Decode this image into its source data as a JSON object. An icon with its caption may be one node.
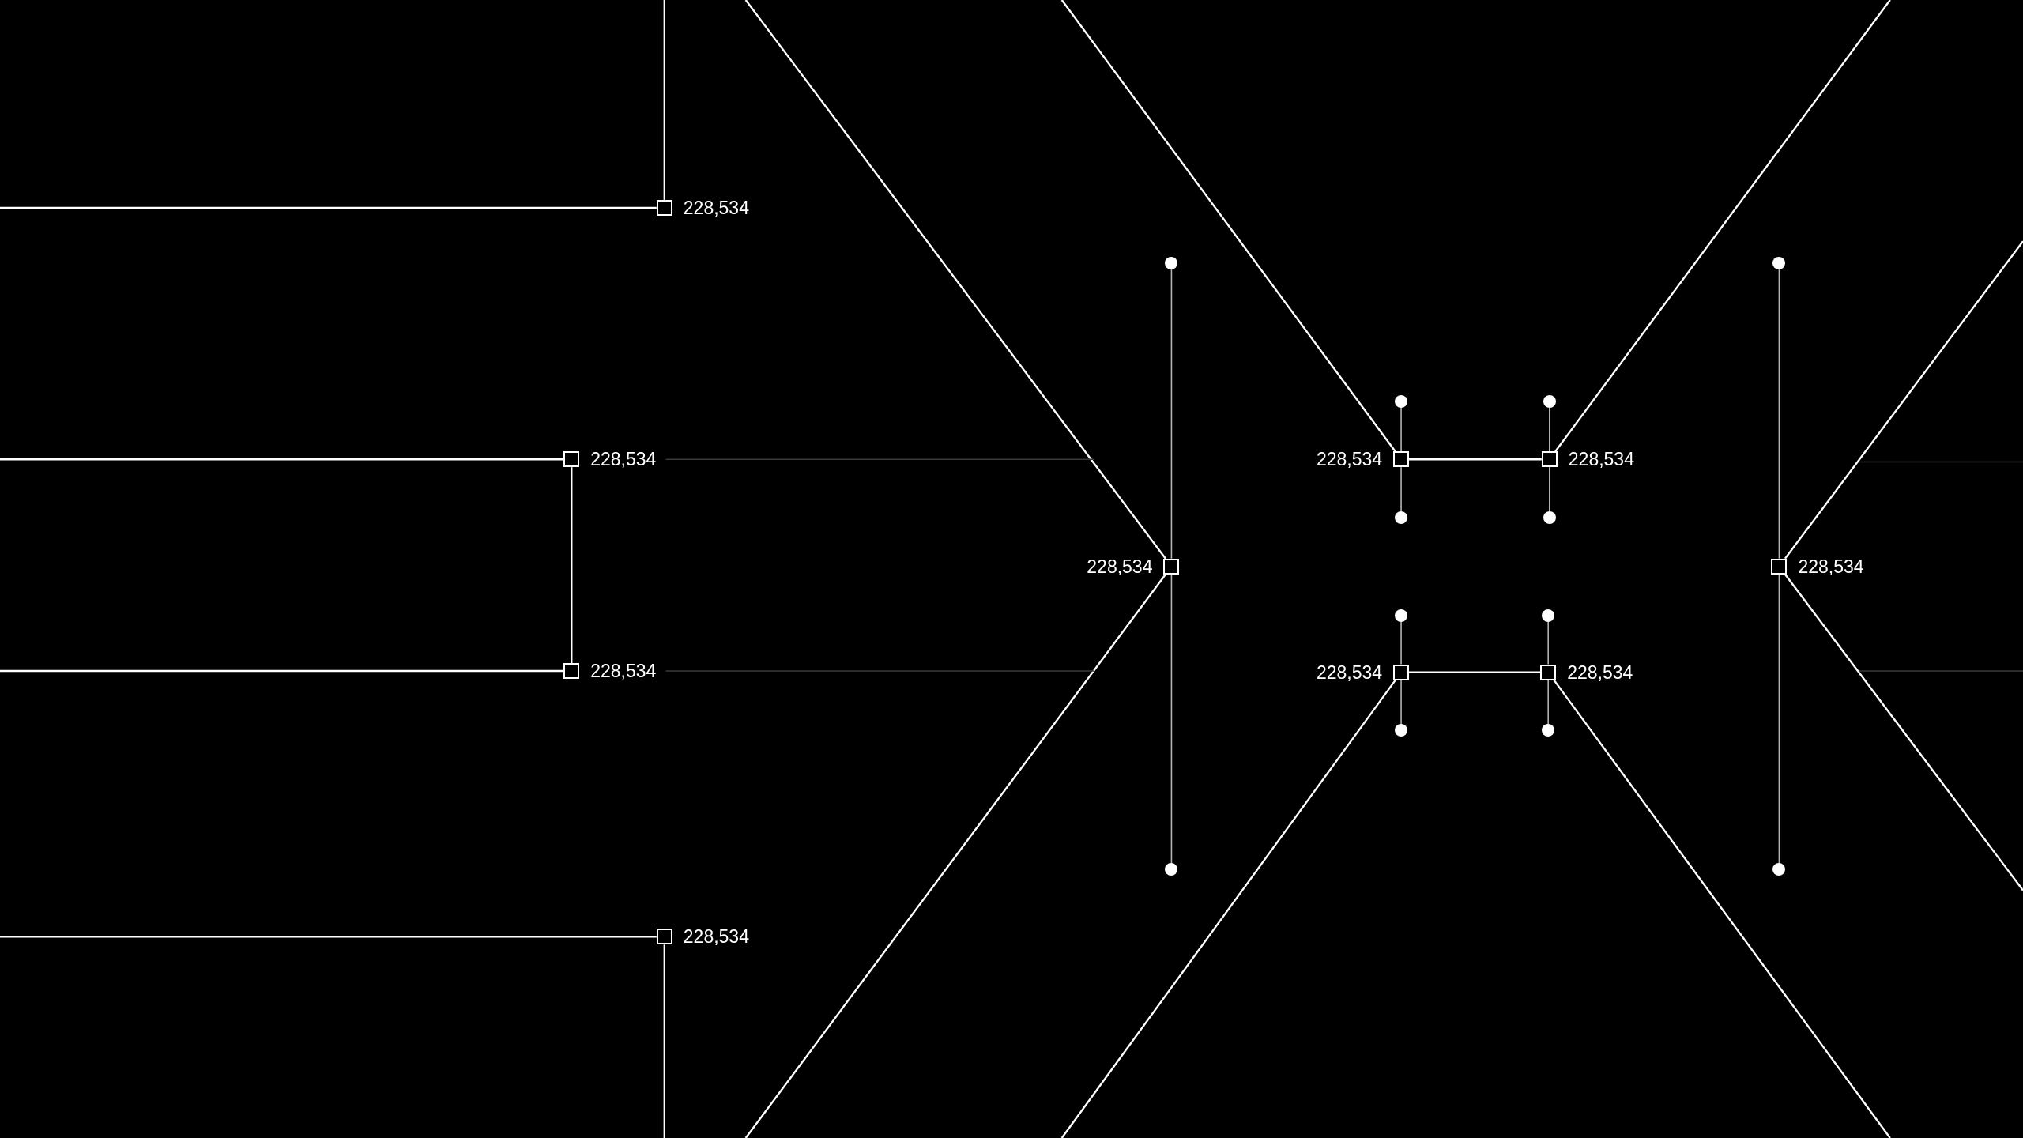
{
  "diagram": {
    "nodes": [
      {
        "text": [
          "228,534"
        ]
      },
      {
        "text": [],
        "shape": "circle"
      },
      {
        "text": [],
        "shape": "circle"
      },
      {
        "text": [],
        "shape": "circle"
      },
      {
        "text": [],
        "shape": "circle"
      },
      {
        "text": [
          "228,534"
        ]
      },
      {
        "text": [
          "228,534"
        ]
      },
      {
        "text": [
          "228,534"
        ]
      },
      {
        "text": [],
        "shape": "circle"
      },
      {
        "text": [],
        "shape": "circle"
      },
      {
        "text": [
          "228,534"
        ]
      },
      {
        "text": [
          "228,534"
        ]
      },
      {
        "text": [],
        "shape": "circle"
      },
      {
        "text": [],
        "shape": "circle"
      },
      {
        "text": [
          "228,534"
        ]
      },
      {
        "text": [
          "228,534"
        ]
      },
      {
        "text": [
          "228,534"
        ]
      },
      {
        "text": [],
        "shape": "circle"
      },
      {
        "text": [],
        "shape": "circle"
      },
      {
        "text": [],
        "shape": "circle"
      },
      {
        "text": [],
        "shape": "circle"
      },
      {
        "text": [
          "228,534"
        ]
      }
    ],
    "edges": [
      {
        "from": null,
        "to": 0,
        "arrow": "none"
      },
      {
        "from": null,
        "to": 0,
        "arrow": "none"
      },
      {
        "from": null,
        "to": 5,
        "arrow": "none"
      },
      {
        "from": 5,
        "to": 14,
        "arrow": "none"
      },
      {
        "from": null,
        "to": 14,
        "arrow": "none"
      },
      {
        "from": null,
        "to": 21,
        "arrow": "none"
      },
      {
        "from": 21,
        "to": null,
        "arrow": "none"
      },
      {
        "from": null,
        "to": 10,
        "arrow": "none"
      },
      {
        "from": 10,
        "to": null,
        "arrow": "none"
      },
      {
        "from": 1,
        "to": 10,
        "arrow": "none",
        "color": "#b3b3b3"
      },
      {
        "from": 10,
        "to": 19,
        "arrow": "none",
        "color": "#b3b3b3"
      },
      {
        "from": null,
        "to": 6,
        "arrow": "none"
      },
      {
        "from": 6,
        "to": 7,
        "arrow": "none"
      },
      {
        "from": 7,
        "to": null,
        "arrow": "none"
      },
      {
        "from": 3,
        "to": 6,
        "arrow": "none",
        "color": "#b3b3b3"
      },
      {
        "from": 6,
        "to": 8,
        "arrow": "none",
        "color": "#b3b3b3"
      },
      {
        "from": 4,
        "to": 7,
        "arrow": "none",
        "color": "#b3b3b3"
      },
      {
        "from": 7,
        "to": 9,
        "arrow": "none",
        "color": "#b3b3b3"
      },
      {
        "from": 12,
        "to": 15,
        "arrow": "none",
        "color": "#b3b3b3"
      },
      {
        "from": 15,
        "to": 17,
        "arrow": "none",
        "color": "#b3b3b3"
      },
      {
        "from": 15,
        "to": 16,
        "arrow": "none"
      },
      {
        "from": null,
        "to": 15,
        "arrow": "none"
      },
      {
        "from": 13,
        "to": 16,
        "arrow": "none",
        "color": "#b3b3b3"
      },
      {
        "from": 16,
        "to": 18,
        "arrow": "none",
        "color": "#b3b3b3"
      },
      {
        "from": 16,
        "to": null,
        "arrow": "none"
      },
      {
        "from": 2,
        "to": 11,
        "arrow": "none",
        "color": "#b3b3b3"
      },
      {
        "from": 11,
        "to": 20,
        "arrow": "none",
        "color": "#b3b3b3"
      },
      {
        "from": null,
        "to": 11,
        "arrow": "none"
      },
      {
        "from": 11,
        "to": null,
        "arrow": "none"
      },
      {
        "from": 5,
        "to": null,
        "arrow": "none",
        "color": "#3a3a3a"
      },
      {
        "from": 14,
        "to": null,
        "arrow": "none",
        "color": "#3a3a3a"
      }
    ]
  }
}
